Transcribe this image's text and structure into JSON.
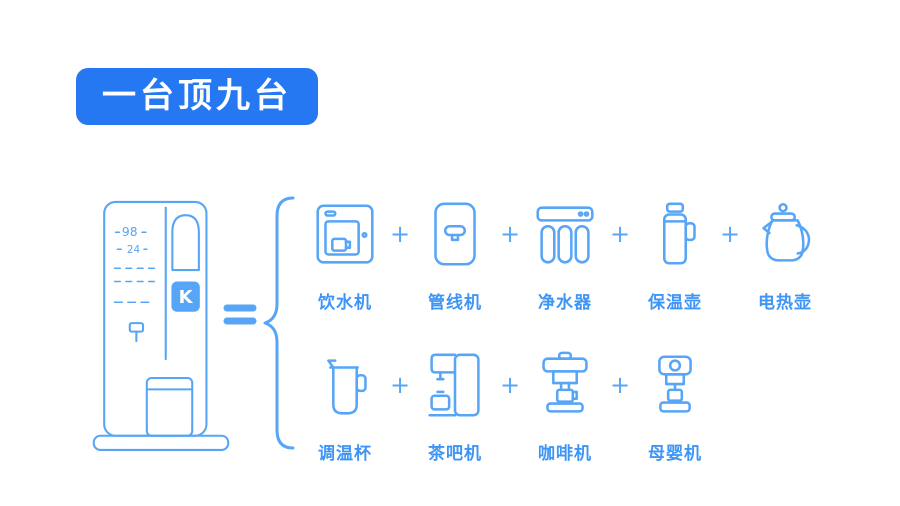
{
  "badge": {
    "label": "一台顶九台"
  },
  "equals_sign": "=",
  "plus_sign": "+",
  "product": {
    "brand_letter": "K",
    "display": {
      "temp_top": "98",
      "temp_bottom": "24"
    }
  },
  "rows": [
    {
      "items": [
        {
          "label": "饮水机"
        },
        {
          "label": "管线机"
        },
        {
          "label": "净水器"
        },
        {
          "label": "保温壶"
        },
        {
          "label": "电热壶"
        }
      ]
    },
    {
      "items": [
        {
          "label": "调温杯"
        },
        {
          "label": "茶吧机"
        },
        {
          "label": "咖啡机"
        },
        {
          "label": "母婴机"
        }
      ]
    }
  ],
  "colors": {
    "badge_bg": "#2678f2",
    "badge_text": "#ffffff",
    "line": "#57a5f6",
    "label": "#3e95f5"
  }
}
